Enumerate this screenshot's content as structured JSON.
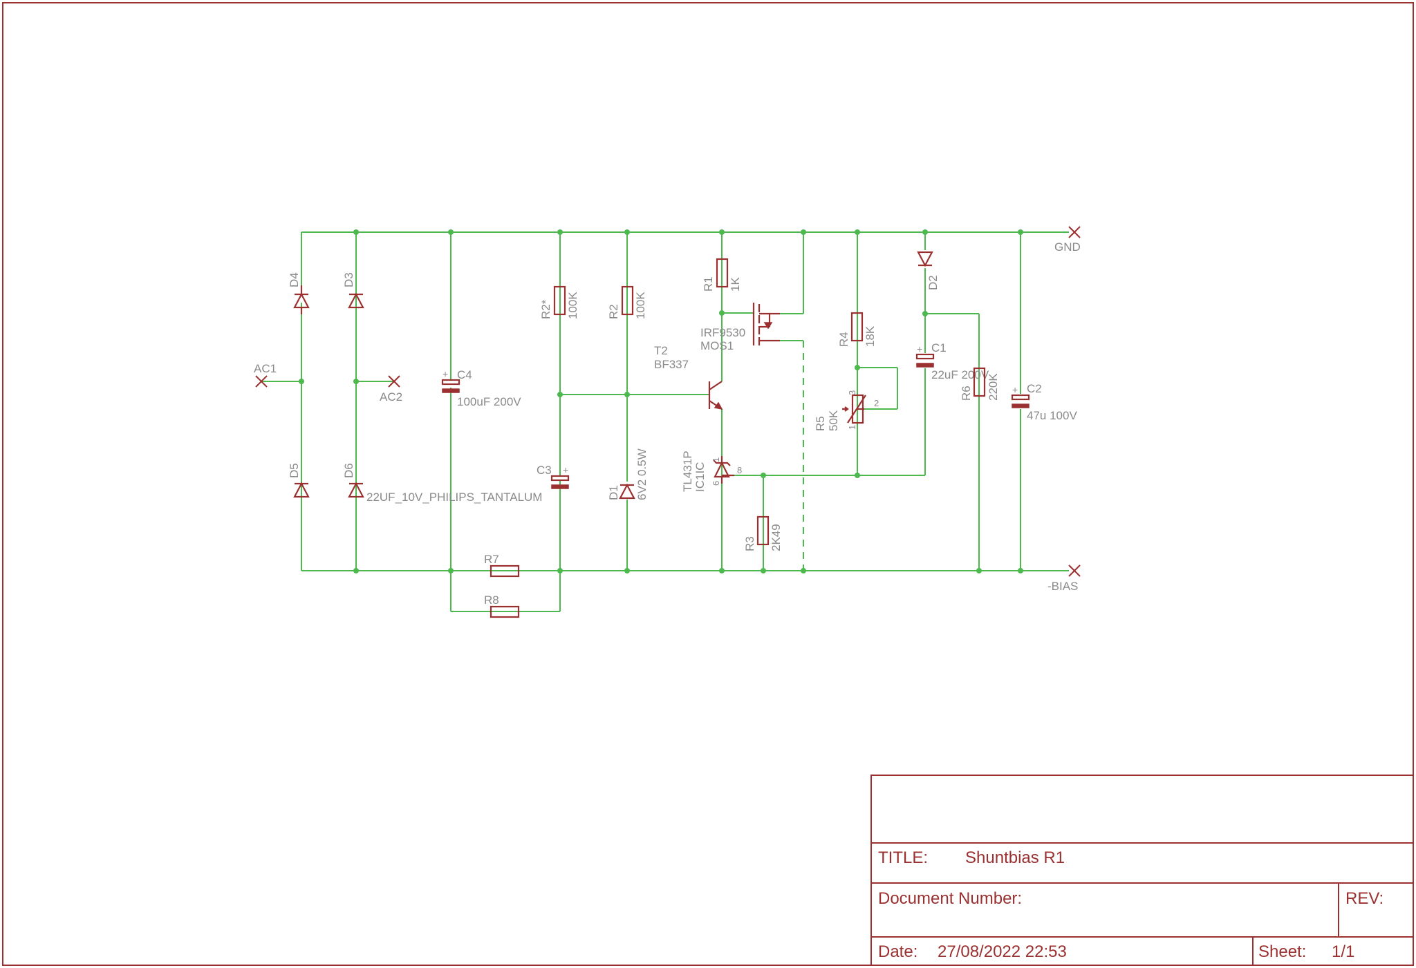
{
  "colors": {
    "wire": "#4db84d",
    "component": "#9b3030",
    "label": "#8a8a8a",
    "background": "#ffffff"
  },
  "ports": {
    "ac1": "AC1",
    "ac2": "AC2",
    "gnd": "GND",
    "bias": "-BIAS"
  },
  "components": {
    "d4": "D4",
    "d3": "D3",
    "d5": "D5",
    "d6": "D6",
    "c4_name": "C4",
    "c4_value": "100uF 200V",
    "c3_name": "C3",
    "c3_value": "22UF_10V_PHILIPS_TANTALUM",
    "r2s_name": "R2*",
    "r2s_value": "100K",
    "r2_name": "R2",
    "r2_value": "100K",
    "d1_name": "D1",
    "d1_value": "6V2 0.5W",
    "t2_name": "T2",
    "t2_value": "BF337",
    "r1_name": "R1",
    "r1_value": "1K",
    "mos_value": "IRF9530",
    "mos_name": "MOS1",
    "ic_value": "TL431P",
    "ic_name": "IC1IC",
    "ic_pin1": "1",
    "ic_pin6": "6",
    "ic_pin8": "8",
    "r3_name": "R3",
    "r3_value": "2K49",
    "r4_name": "R4",
    "r4_value": "18K",
    "r5_name": "R5",
    "r5_value": "50K",
    "r5_pin1": "1",
    "r5_pin2": "2",
    "r5_pin3": "3",
    "d2_name": "D2",
    "c1_name": "C1",
    "c1_value": "22uF 200V",
    "r6_name": "R6",
    "r6_value": "220K",
    "c2_name": "C2",
    "c2_value": "47u 100V",
    "r7_name": "R7",
    "r8_name": "R8",
    "plus": "+"
  },
  "title_block": {
    "title_label": "TITLE:",
    "title_value": "Shuntbias R1",
    "docnum_label": "Document Number:",
    "rev_label": "REV:",
    "date_label": "Date:",
    "date_value": "27/08/2022 22:53",
    "sheet_label": "Sheet:",
    "sheet_value": "1/1"
  }
}
